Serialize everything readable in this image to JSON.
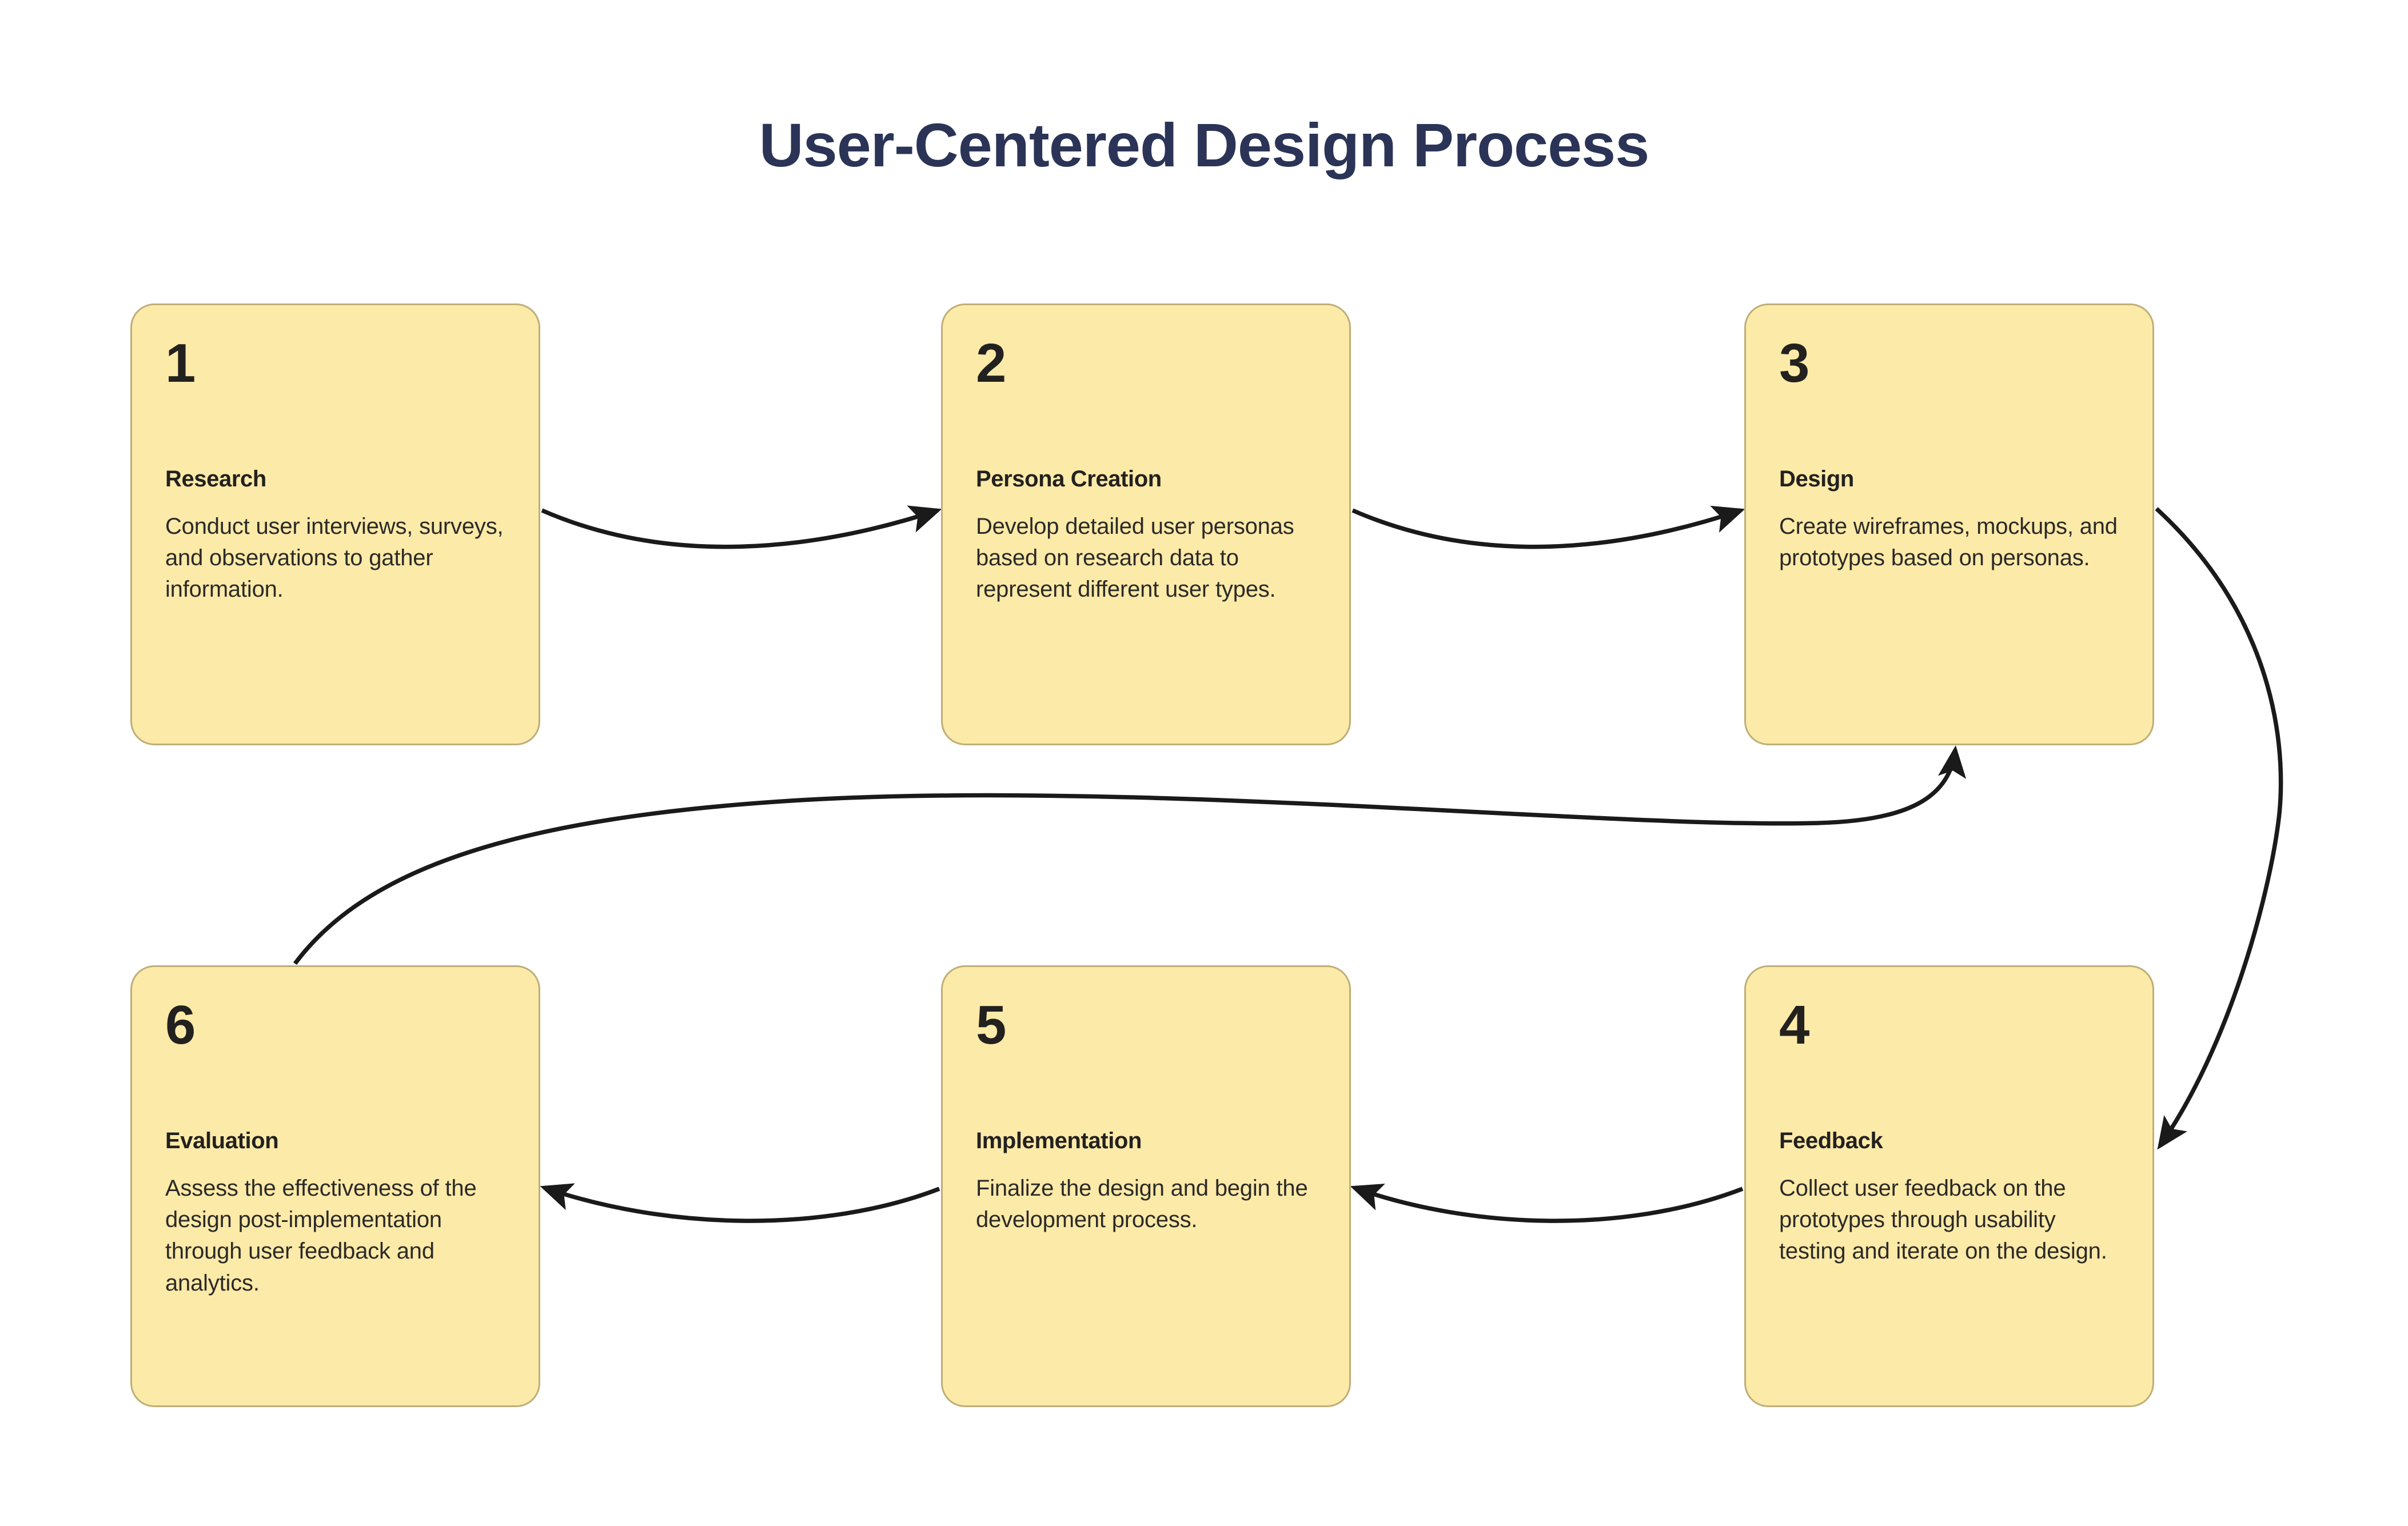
{
  "page": {
    "title": "User-Centered Design Process",
    "background_color": "#ffffff",
    "title_color": "#2b3457",
    "card_fill_color": "#fceaa8",
    "card_border_color": "#bfae78",
    "text_color": "#23211f",
    "arrow_color": "#1a1a1a"
  },
  "steps": [
    {
      "number": "1",
      "title": "Research",
      "description": "Conduct user interviews, surveys, and observations to gather information."
    },
    {
      "number": "2",
      "title": "Persona Creation",
      "description": "Develop detailed user personas based on research data to represent different user types."
    },
    {
      "number": "3",
      "title": "Design",
      "description": "Create wireframes, mockups, and prototypes based on personas."
    },
    {
      "number": "4",
      "title": "Feedback",
      "description": "Collect user feedback on the prototypes through usability testing and iterate on the design."
    },
    {
      "number": "5",
      "title": "Implementation",
      "description": "Finalize the design and begin the development process."
    },
    {
      "number": "6",
      "title": "Evaluation",
      "description": "Assess the effectiveness of the design post-implementation through user feedback and analytics."
    }
  ],
  "connections": [
    {
      "from": "1",
      "to": "2",
      "style": "curved-arrow"
    },
    {
      "from": "2",
      "to": "3",
      "style": "curved-arrow"
    },
    {
      "from": "3",
      "to": "4",
      "style": "curved-arrow"
    },
    {
      "from": "4",
      "to": "5",
      "style": "curved-arrow"
    },
    {
      "from": "5",
      "to": "6",
      "style": "curved-arrow"
    },
    {
      "from": "6",
      "to": "3",
      "style": "curved-arrow"
    }
  ]
}
